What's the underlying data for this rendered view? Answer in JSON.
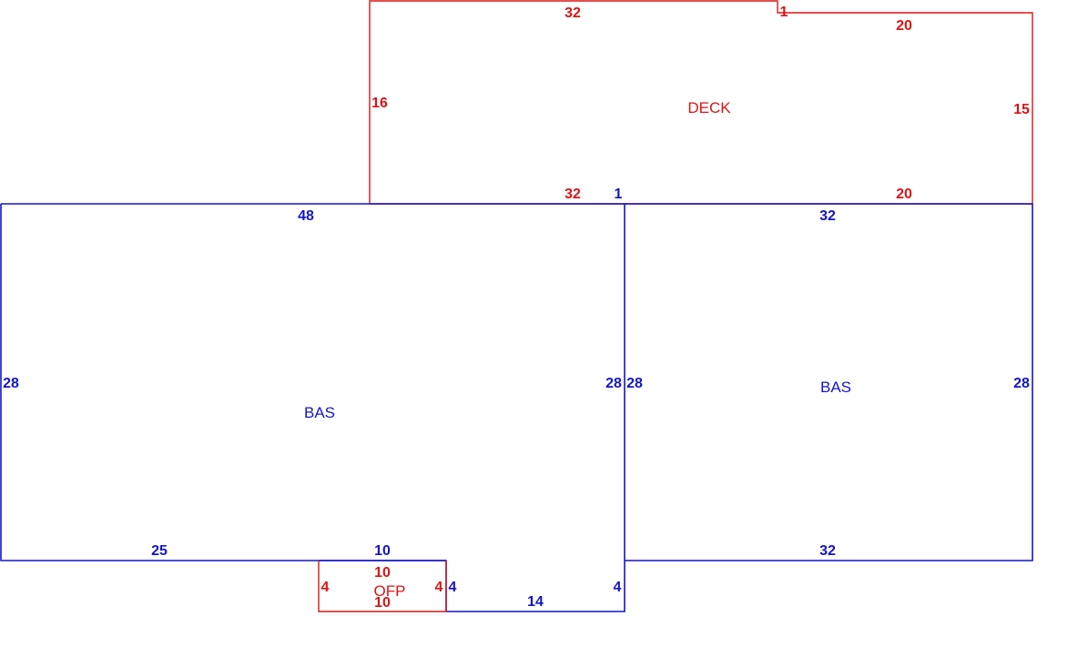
{
  "colors": {
    "living": "#1414c8",
    "deck": "#dc1414"
  },
  "areas": {
    "bas_left": "BAS",
    "bas_right": "BAS",
    "deck": "DECK",
    "ofp": "OFP"
  },
  "dimensions": {
    "deck_top_left": "32",
    "deck_step": "1",
    "deck_top_right": "20",
    "deck_left": "16",
    "deck_right": "15",
    "deck_bottom_left": "32",
    "deck_bottom_right": "20",
    "bas_join": "1",
    "bas_left_top": "48",
    "bas_left_left": "28",
    "bas_left_right": "28",
    "bas_left_bottom": "25",
    "bas_left_bottom_notch": "10",
    "bas_notch_left": "4",
    "bas_notch_bottom": "14",
    "bas_notch_right": "4",
    "bas_right_top": "32",
    "bas_right_left": "28",
    "bas_right_right": "28",
    "bas_right_bottom": "32",
    "ofp_top": "10",
    "ofp_left": "4",
    "ofp_right": "4",
    "ofp_bottom": "10"
  }
}
